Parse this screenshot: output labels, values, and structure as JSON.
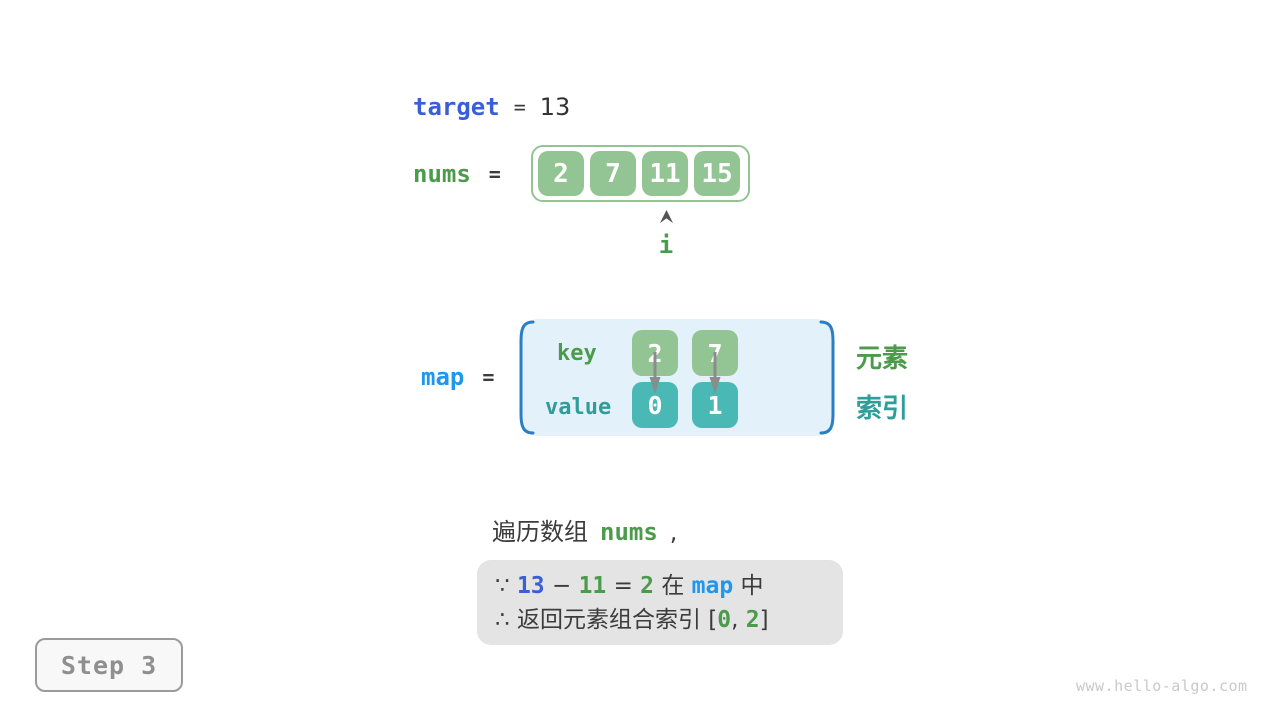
{
  "colors": {
    "target_blue": "#3a5ed8",
    "map_blue": "#1f97ed",
    "green": "#4c9b4c",
    "teal": "#2f9d9a",
    "green_cell": "#93c493",
    "teal_cell": "#4ab8b5",
    "map_fill": "#e3f1fa",
    "map_brace": "#2a7fc4",
    "note_bg": "#e4e4e4",
    "text_dark": "#3c3c3c"
  },
  "target": {
    "label": "target",
    "eq": "=",
    "value": "13"
  },
  "nums": {
    "label": "nums",
    "eq": "=",
    "cells": [
      "2",
      "7",
      "11",
      "15"
    ],
    "pointer": {
      "label": "i",
      "index": "2"
    }
  },
  "map": {
    "label": "map",
    "eq": "=",
    "key_label": "key",
    "value_label": "value",
    "entries": [
      {
        "key": "2",
        "value": "0"
      },
      {
        "key": "7",
        "value": "1"
      }
    ],
    "element_label": "元素",
    "index_label": "索引"
  },
  "caption": {
    "prefix": "遍历数组",
    "code": "nums",
    "suffix": ","
  },
  "note": {
    "line1": {
      "s0": "∵ ",
      "s1": "13",
      "s2": " − ",
      "s3": "11",
      "s4": " = ",
      "s5": "2",
      "s6": " 在 ",
      "s7": "map",
      "s8": " 中"
    },
    "line2": {
      "s0": "∴ 返回元素组合索引 [",
      "s1": "0",
      "s2": ", ",
      "s3": "2",
      "s4": "]"
    }
  },
  "step": {
    "label": "Step 3"
  },
  "watermark": "www.hello-algo.com"
}
